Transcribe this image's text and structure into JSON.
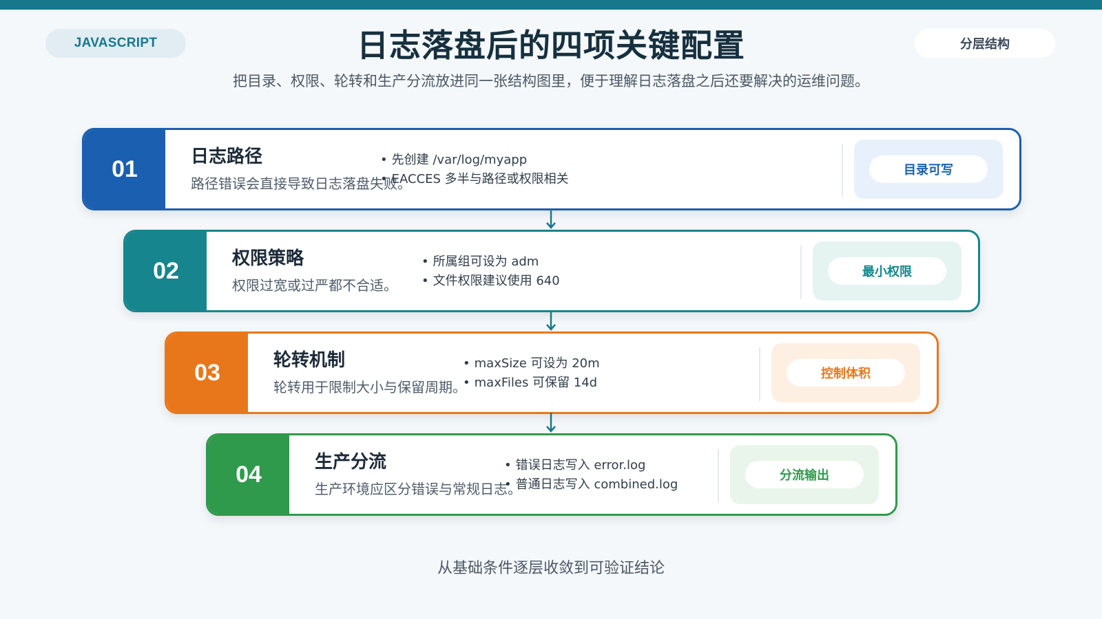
{
  "header": {
    "tag": "JAVASCRIPT",
    "title": "日志落盘后的四项关键配置",
    "subtitle": "把目录、权限、轮转和生产分流放进同一张结构图里，便于理解日志落盘之后还要解决的运维问题。",
    "category": "分层结构"
  },
  "steps": [
    {
      "num": "01",
      "title": "日志路径",
      "desc": "路径错误会直接导致日志落盘失败。",
      "bullets": [
        "先创建 /var/log/myapp",
        "EACCES 多半与路径或权限相关"
      ],
      "badge": "目录可写",
      "color": "#1b5fb0",
      "badge_bg": "#e8f0fb"
    },
    {
      "num": "02",
      "title": "权限策略",
      "desc": "权限过宽或过严都不合适。",
      "bullets": [
        "所属组可设为 adm",
        "文件权限建议使用 640"
      ],
      "badge": "最小权限",
      "color": "#17858d",
      "badge_bg": "#e5f4f1"
    },
    {
      "num": "03",
      "title": "轮转机制",
      "desc": "轮转用于限制大小与保留周期。",
      "bullets": [
        "maxSize 可设为 20m",
        "maxFiles 可保留 14d"
      ],
      "badge": "控制体积",
      "color": "#e8771b",
      "badge_bg": "#fdf0e3"
    },
    {
      "num": "04",
      "title": "生产分流",
      "desc": "生产环境应区分错误与常规日志。",
      "bullets": [
        "错误日志写入 error.log",
        "普通日志写入 combined.log"
      ],
      "badge": "分流输出",
      "color": "#2f9a4b",
      "badge_bg": "#e9f5ea"
    }
  ],
  "footer": "从基础条件逐层收敛到可验证结论",
  "colors": {
    "topbar": "#17788d",
    "arrow": "#17788d"
  }
}
